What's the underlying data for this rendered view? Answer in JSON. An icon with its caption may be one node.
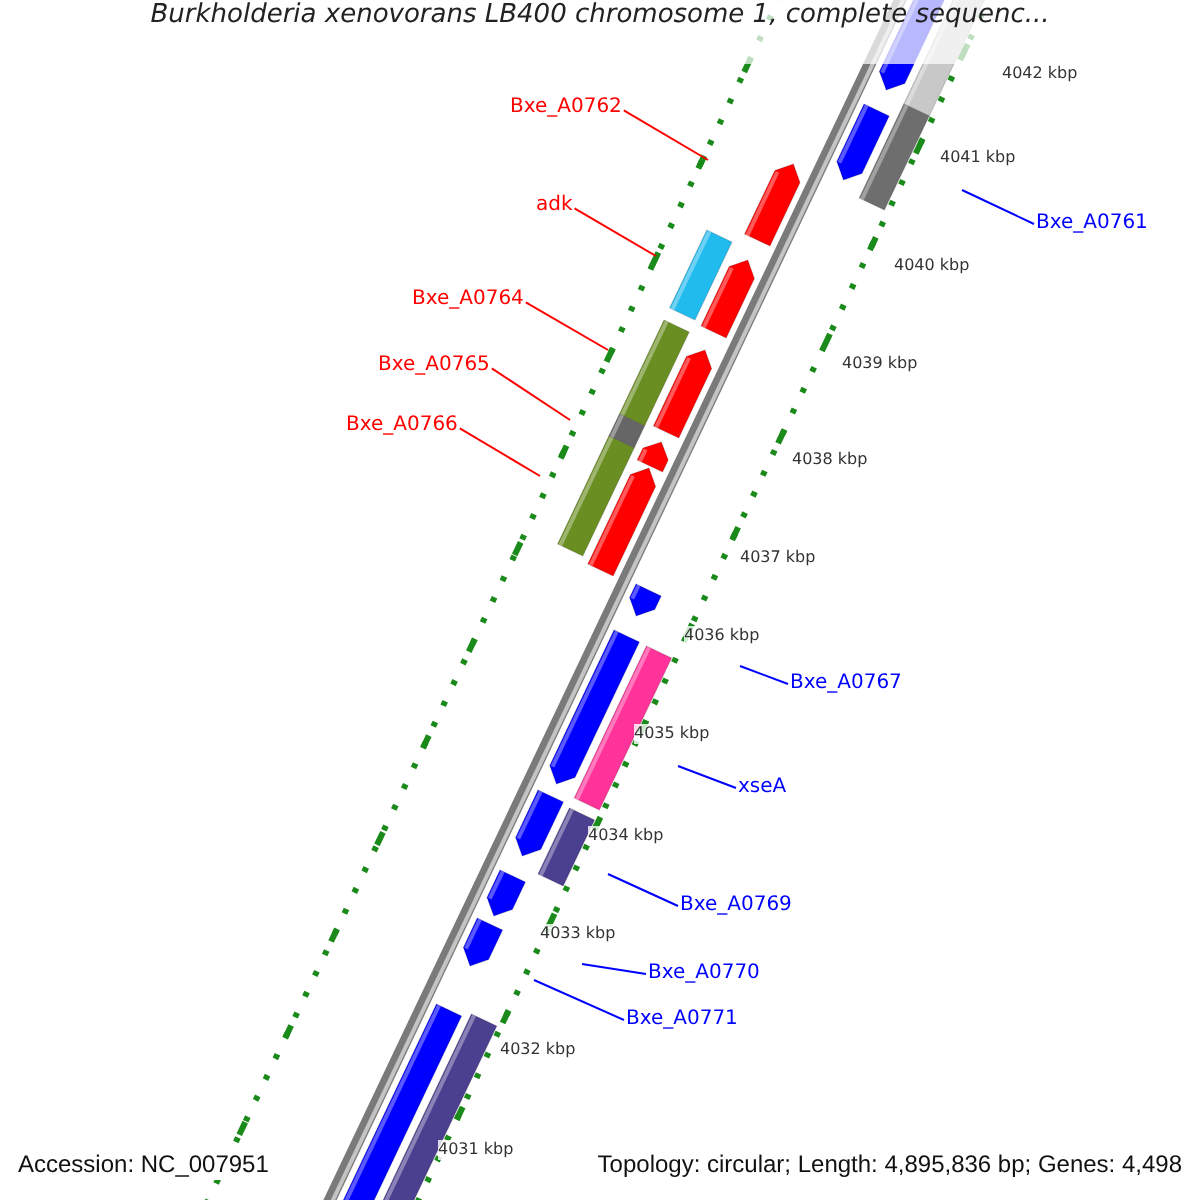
{
  "diagram": {
    "title": "Burkholderia xenovorans LB400 chromosome 1, complete sequenc...",
    "nodes": [
      {
        "text": [
          "Bxe_A0762"
        ]
      },
      {
        "text": [
          "adk"
        ]
      },
      {
        "text": [
          "Bxe_A0761"
        ]
      },
      {
        "text": [
          "Bxe_A0764"
        ]
      },
      {
        "text": [
          "Bxe_A0765"
        ]
      },
      {
        "text": [
          "Bxe_A0766"
        ]
      },
      {
        "text": [
          "Bxe_A0767"
        ]
      },
      {
        "text": [
          "xseA"
        ]
      },
      {
        "text": [
          "Bxe_A0769"
        ]
      },
      {
        "text": [
          "Bxe_A0770"
        ]
      },
      {
        "text": [
          "Bxe_A0771"
        ]
      }
    ],
    "edges": [
      {
        "from": 0,
        "to": null,
        "arrow": "none",
        "color": "#ff0000"
      },
      {
        "from": 1,
        "to": null,
        "arrow": "none",
        "color": "#ff0000"
      },
      {
        "from": 2,
        "to": null,
        "arrow": "none"
      },
      {
        "from": 3,
        "to": null,
        "arrow": "none",
        "color": "#ff0000"
      },
      {
        "from": 4,
        "to": null,
        "arrow": "none",
        "color": "#ff0000"
      },
      {
        "from": 5,
        "to": null,
        "arrow": "none",
        "color": "#ff0000"
      },
      {
        "from": 6,
        "to": null,
        "arrow": "none"
      },
      {
        "from": 7,
        "to": null,
        "arrow": "none"
      },
      {
        "from": 8,
        "to": null,
        "arrow": "none"
      },
      {
        "from": 9,
        "to": null,
        "arrow": "none"
      },
      {
        "from": 10,
        "to": null,
        "arrow": "none"
      }
    ],
    "labels": [
      "4042 kbp",
      "4041 kbp",
      "4040 kbp",
      "4039 kbp",
      "4038 kbp",
      "4037 kbp",
      "4036 kbp",
      "4035 kbp",
      "4034 kbp",
      "4033 kbp",
      "4032 kbp",
      "4031 kbp",
      "Accession: NC_007951",
      "Topology: circular; Length: 4,895,836 bp; Genes: 4,498"
    ]
  }
}
